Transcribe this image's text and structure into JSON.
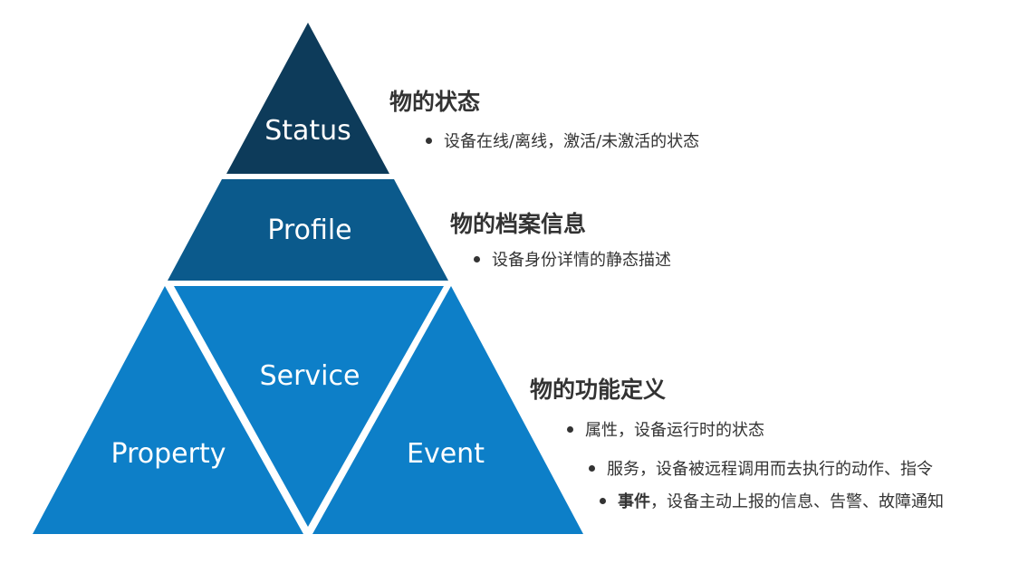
{
  "colors": {
    "status": "#0d3b5a",
    "profile": "#0b5a8c",
    "function": "#0d7fc8",
    "divider": "#ffffff",
    "text": "#333333"
  },
  "pyramid": {
    "status": "Status",
    "profile": "Profile",
    "service": "Service",
    "property": "Property",
    "event": "Event"
  },
  "sections": {
    "status": {
      "heading": "物的状态",
      "bullet": "设备在线/离线，激活/未激活的状态"
    },
    "profile": {
      "heading": "物的档案信息",
      "bullet": "设备身份详情的静态描述"
    },
    "function": {
      "heading": "物的功能定义",
      "bullet_property": "属性，设备运行时的状态",
      "bullet_service": "服务，设备被远程调用而去执行的动作、指令",
      "event_term": "事件",
      "event_rest": "，设备主动上报的信息、告警、故障通知"
    }
  }
}
